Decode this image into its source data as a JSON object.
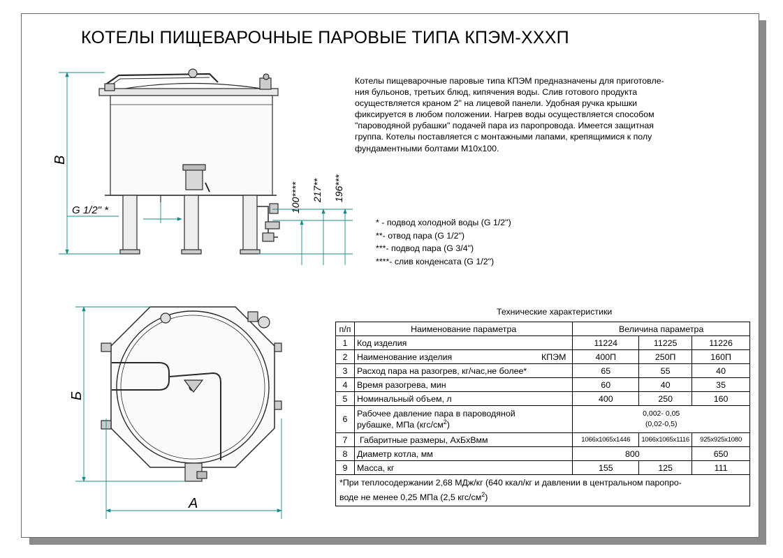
{
  "title": "КОТЕЛЫ ПИЩЕВАРОЧНЫЕ ПАРОВЫЕ ТИПА КПЭМ-ХХХП",
  "description_lines": [
    "Котелы пищеварочные паровые типа КПЭМ предназначены для приготовле-",
    "ния бульонов, третьих блюд, кипячения воды. Слив готового продукта",
    "осуществляется краном 2\" на  лицевой панели. Удобная ручка крышки",
    "фиксируется в любом положении. Нагрев воды осуществляется способом",
    "\"пароводяной рубашки\" подачей пара из паропровода. Имеется защитная",
    "группа. Котелы поставляется с монтажными лапами, крепящимися к полу",
    "фундаментными болтами М10х100."
  ],
  "notes": [
    "* - подвод холодной воды (G 1/2\")",
    "**- отвод пара (G 1/2\")",
    "***- подвод пара (G 3/4\")",
    "****- слив конденсата (G 1/2\")"
  ],
  "drawing_labels": {
    "dim_b_caps": "В",
    "dim_g": "G 1/2\" *",
    "dim_100": "100****",
    "dim_217": "217**",
    "dim_196": "196***",
    "dim_b": "Б",
    "dim_a": "А"
  },
  "table": {
    "caption": "Технические характеристики",
    "header": {
      "num": "п/п",
      "name": "Наименование параметра",
      "value": "Величина параметра"
    },
    "rows": [
      {
        "num": "1",
        "name": "Код изделия",
        "suffix": "",
        "values": [
          "11224",
          "11225",
          "11226"
        ]
      },
      {
        "num": "2",
        "name": "Наименование изделия",
        "suffix": "КПЭМ",
        "values": [
          "400П",
          "250П",
          "160П"
        ]
      },
      {
        "num": "3",
        "name": "Расход пара на разогрев, кг/час,не более*",
        "suffix": "",
        "values": [
          "65",
          "55",
          "40"
        ]
      },
      {
        "num": "4",
        "name": "Время разогрева, мин",
        "suffix": "",
        "values": [
          "60",
          "40",
          "35"
        ]
      },
      {
        "num": "5",
        "name": "Номинальный объем, л",
        "suffix": "",
        "values": [
          "400",
          "250",
          "160"
        ]
      }
    ],
    "row6": {
      "num": "6",
      "name_line1": "Рабочее давление пара в пароводяной",
      "name_line2": "рубашке, МПа (кгс/см",
      "sup": "2",
      "name_close": ")",
      "value_line1": "0,002- 0,05",
      "value_line2": "(0,02-0,5)"
    },
    "row7": {
      "num": "7",
      "name": "Габаритные размеры, АхБхВмм",
      "values": [
        "1066x1065x1446",
        "1066x1065x1116",
        "925x925x1080"
      ]
    },
    "row8": {
      "num": "8",
      "name": "Диаметр котла, мм",
      "value_merged": "800",
      "value_last": "650"
    },
    "row9": {
      "num": "9",
      "name": "Масса, кг",
      "values": [
        "155",
        "125",
        "111"
      ]
    },
    "footnote_part1": "*При теплосодержании 2,68 МДж/кг (640 ккал/кг и давлении в центральном паропро-",
    "footnote_part2": "воде не менее 0,25 МПа (2,5 кгс/см",
    "footnote_sup": "2",
    "footnote_close": ")"
  }
}
